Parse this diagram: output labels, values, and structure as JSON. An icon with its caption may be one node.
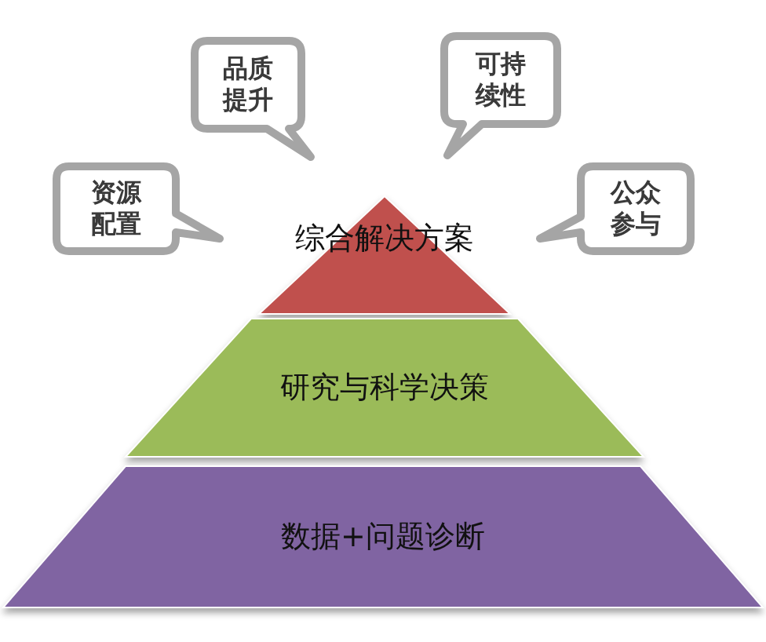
{
  "diagram": {
    "nodes": [
      {
        "text": [
          "品质提升"
        ]
      },
      {
        "text": [
          "可持续性"
        ]
      },
      {
        "text": [
          "资源配置"
        ]
      },
      {
        "text": [
          "公众参与"
        ]
      },
      {
        "text": [
          "综合解决方案"
        ]
      },
      {
        "text": [
          "研究与科学决策"
        ]
      },
      {
        "text": [
          "数据+问题诊断"
        ]
      }
    ]
  }
}
